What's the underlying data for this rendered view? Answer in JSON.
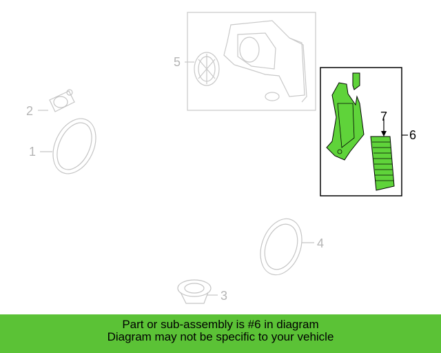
{
  "callouts": {
    "c1": "1",
    "c2": "2",
    "c3": "3",
    "c4": "4",
    "c5": "5",
    "c6": "6",
    "c7": "7"
  },
  "banner": {
    "line1": "Part or sub-assembly is #6 in diagram",
    "line2": "Diagram may not be specific to your vehicle"
  },
  "colors": {
    "highlight_part": "#5fd33a",
    "banner_background": "#5bc236",
    "faded_part": "#c4c4c4",
    "active_line": "#000000"
  }
}
